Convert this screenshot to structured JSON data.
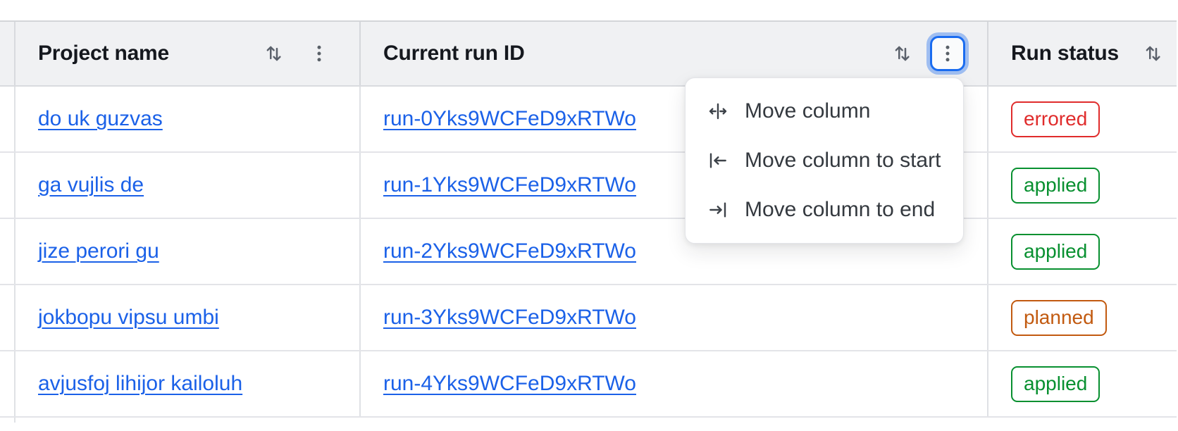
{
  "table": {
    "columns": [
      {
        "label": "Project name"
      },
      {
        "label": "Current run ID"
      },
      {
        "label": "Run status"
      }
    ],
    "rows": [
      {
        "project": "do uk guzvas",
        "run_id": "run-0Yks9WCFeD9xRTWo",
        "status": "errored"
      },
      {
        "project": "ga vujlis de",
        "run_id": "run-1Yks9WCFeD9xRTWo",
        "status": "applied"
      },
      {
        "project": "jize perori gu",
        "run_id": "run-2Yks9WCFeD9xRTWo",
        "status": "applied"
      },
      {
        "project": "jokbopu vipsu umbi",
        "run_id": "run-3Yks9WCFeD9xRTWo",
        "status": "planned"
      },
      {
        "project": "avjusfoj lihijor kailoluh",
        "run_id": "run-4Yks9WCFeD9xRTWo",
        "status": "applied"
      }
    ]
  },
  "column_menu": {
    "items": [
      {
        "label": "Move column",
        "icon": "move-column-icon"
      },
      {
        "label": "Move column to start",
        "icon": "move-column-to-start-icon"
      },
      {
        "label": "Move column to end",
        "icon": "move-column-to-end-icon"
      }
    ]
  },
  "status_colors": {
    "errored": "#e02c2c",
    "applied": "#089030",
    "planned": "#c25a10"
  },
  "colors": {
    "link": "#1b61e8",
    "header_background": "#f0f1f3",
    "focus_ring": "#1a6cf0",
    "icon_gray": "#5b616b"
  }
}
